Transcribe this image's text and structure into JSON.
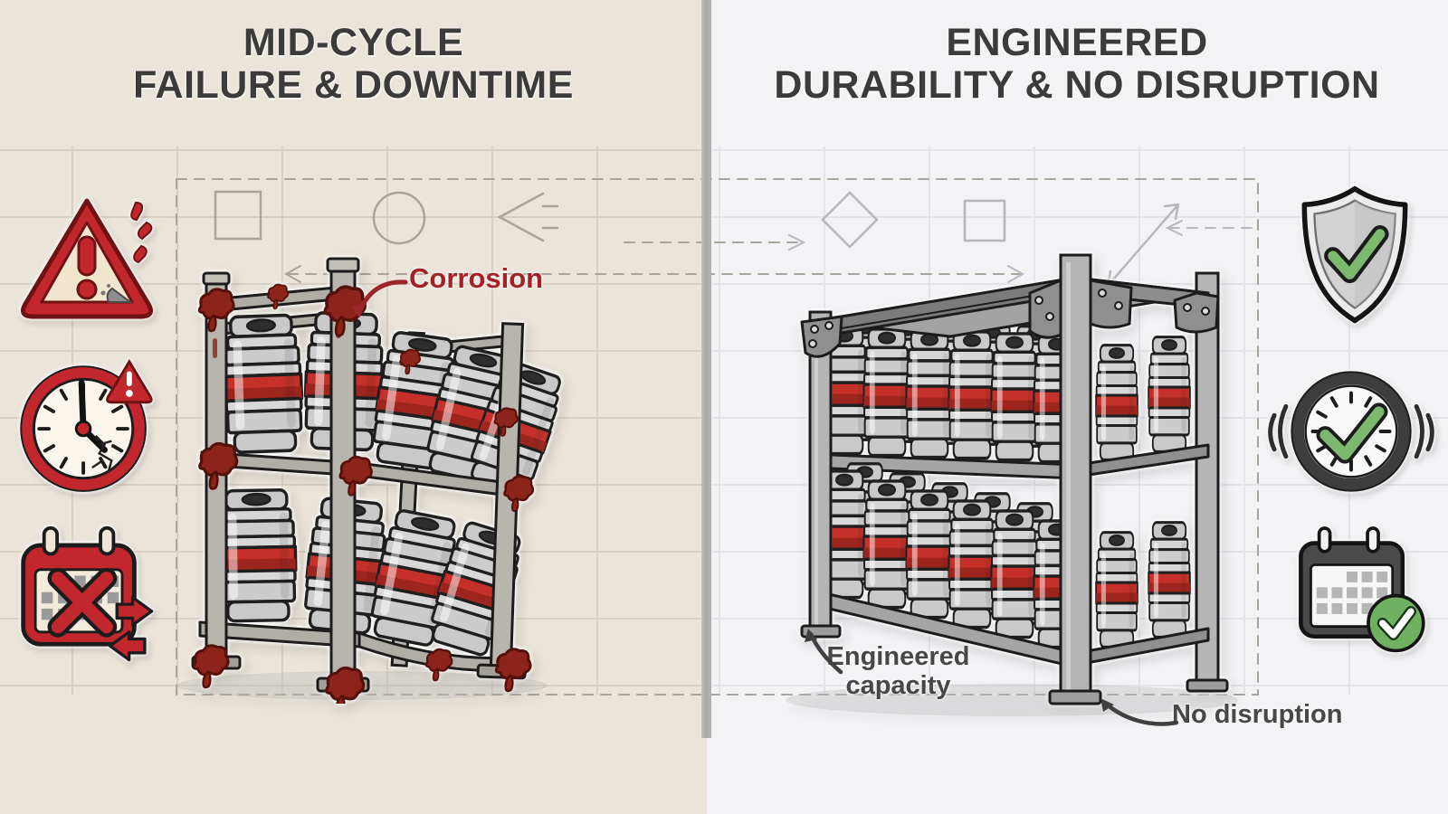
{
  "left_panel": {
    "title_line1": "MID-CYCLE",
    "title_line2": "FAILURE & DOWNTIME",
    "callout_corrosion": "Corrosion",
    "icons": [
      {
        "name": "warning-triangle-icon",
        "meaning": "structural failure warning"
      },
      {
        "name": "cracked-clock-icon",
        "meaning": "lost time / downtime"
      },
      {
        "name": "missed-schedule-calendar-icon",
        "meaning": "rescheduled, crossed-out calendar"
      }
    ],
    "illustration": "corroded sagging keg rack with tilted kegs and rust at the joints"
  },
  "right_panel": {
    "title_line1": "ENGINEERED",
    "title_line2": "DURABILITY & NO DISRUPTION",
    "callout_capacity": "Engineered capacity",
    "callout_no_disruption": "No disruption",
    "icons": [
      {
        "name": "shield-check-icon",
        "meaning": "protected / durable"
      },
      {
        "name": "clock-check-icon",
        "meaning": "on-time reliability"
      },
      {
        "name": "calendar-check-icon",
        "meaning": "schedule kept"
      }
    ],
    "illustration": "sturdy bolted steel keg rack fully loaded with kegs on two tiers"
  },
  "colors": {
    "left_background": "#eae4d9",
    "right_background": "#f3f3f6",
    "grid_line_left": "#d8d1c3",
    "grid_line_right": "#e3e3ea",
    "divider_gray": "#a9a7a1",
    "title_text": "#3b3b3b",
    "label_text": "#474747",
    "corrosion_text": "#a32127",
    "alert_red": "#c1272d",
    "keg_band_red": "#c5312a",
    "steel_gray": "#b3b3b3",
    "rust_red": "#8c241b",
    "success_green": "#7cb96e",
    "blueprint_line_left": "#a8a49b",
    "blueprint_line_right": "#b7b7bf"
  }
}
